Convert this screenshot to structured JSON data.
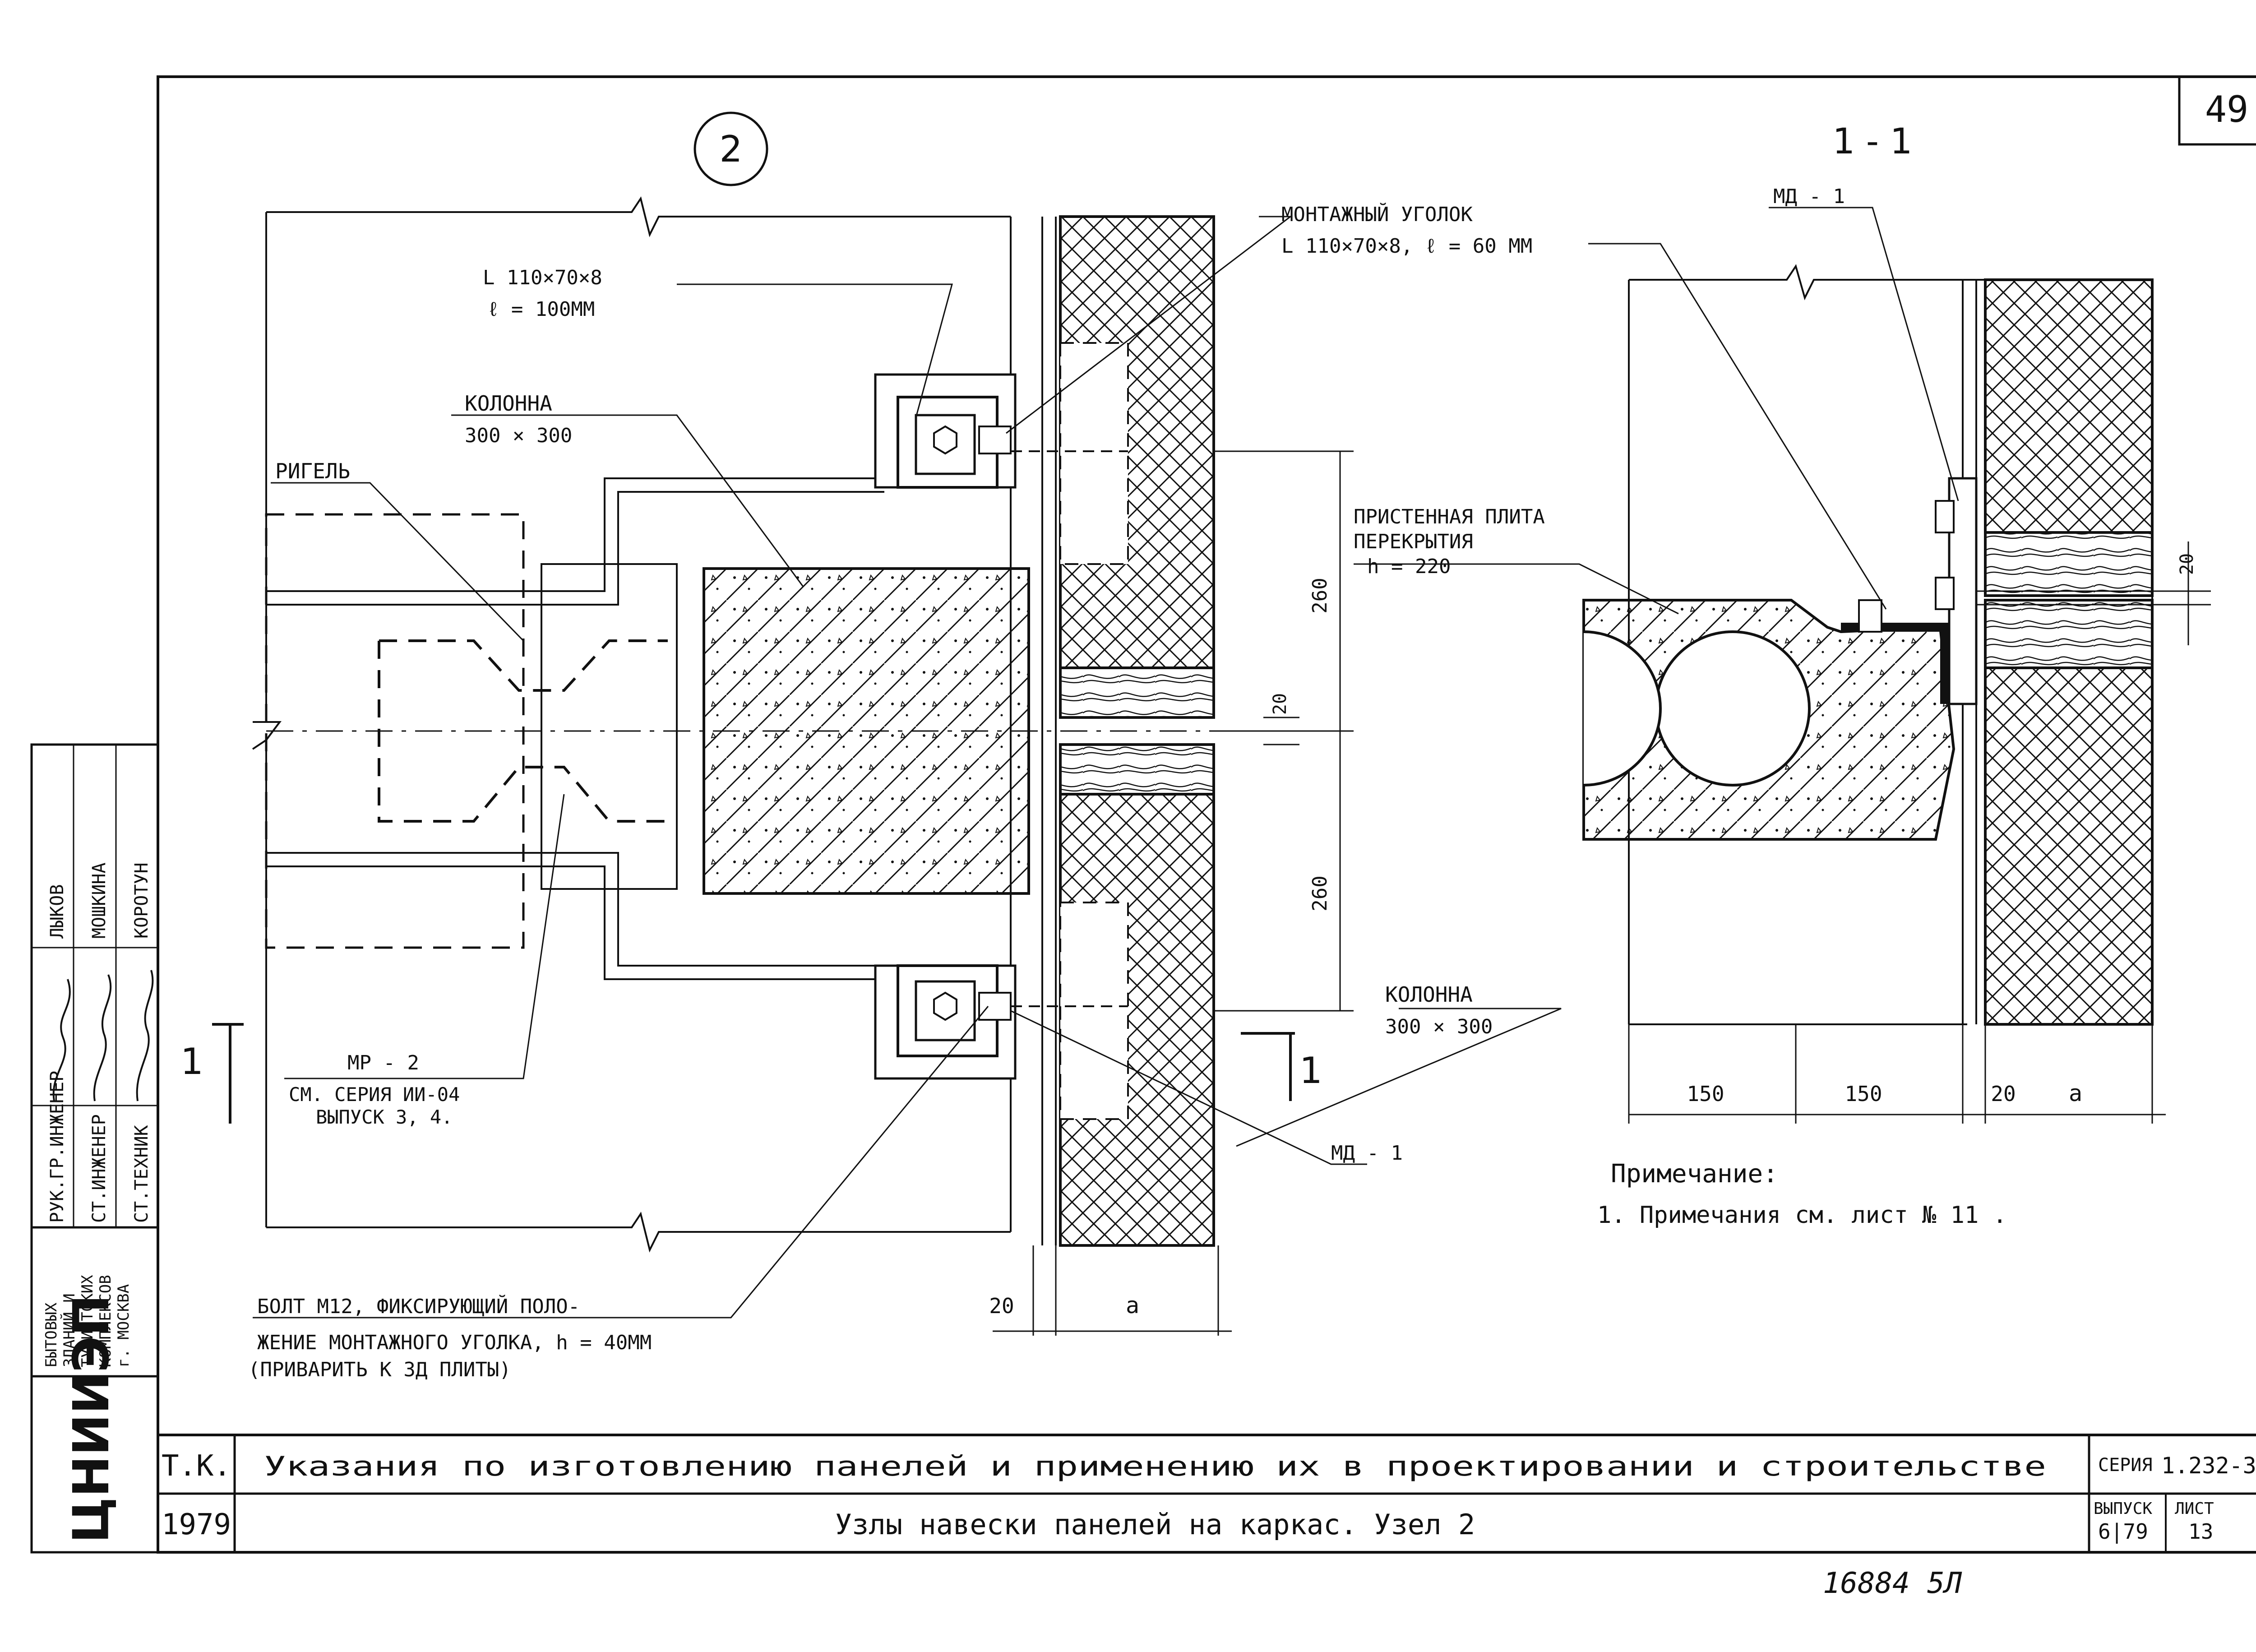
{
  "sheet": {
    "number": "49",
    "stamp_bottom": "16884   5Л"
  },
  "drawing_left": {
    "node_label": "2",
    "angle_top_small": "L 110×70×8",
    "angle_top_small_len": "ℓ = 100ММ",
    "mounting_angle": "МОНТАЖНЫЙ   УГОЛОК",
    "mounting_angle_spec": "L 110×70×8,  ℓ = 60 ММ",
    "column": "КОЛОННА",
    "column_size": "300 × 300",
    "girder": "РИГЕЛЬ",
    "dim_260_top": "260",
    "dim_20": "20",
    "dim_260_bottom": "260",
    "mr2": "МР - 2",
    "mr2_ref1": "СМ. СЕРИЯ  ИИ-04",
    "mr2_ref2": "ВЫПУСК  3, 4.",
    "md1": "МД - 1",
    "column2": "КОЛОННА",
    "column2_size": "300 × 300",
    "bolt1": "БОЛТ  М12,  ФИКСИРУЮЩИЙ  ПОЛО-",
    "bolt2": "ЖЕНИЕ  МОНТАЖНОГО  УГОЛКА,  h = 40ММ",
    "bolt3": "(ПРИВАРИТЬ  К  ЗД  ПЛИТЫ)",
    "dim_bottom_20": "20",
    "dim_bottom_a": "а",
    "section_mark_left": "1",
    "section_mark_right": "1"
  },
  "drawing_right": {
    "section_title": "1 - 1",
    "md1": "МД - 1",
    "slab1": "ПРИСТЕННАЯ  ПЛИТА",
    "slab2": "ПЕРЕКРЫТИЯ",
    "slab3": "h = 220",
    "dim_20": "20",
    "dim_150a": "150",
    "dim_150b": "150",
    "dim_20b": "20",
    "dim_a": "а",
    "note_title": "Примечание:",
    "note_1": "1. Примечания  см. лист  № 11 ."
  },
  "title_block": {
    "tk": "Т.К.",
    "year": "1979",
    "title": "Указания  по  изготовлению  панелей  и  применению  их  в  проектировании  и  строительстве",
    "subtitle": "Узлы   навески   панелей   на   каркас.  Узел 2",
    "series_label": "СЕРИЯ",
    "series_value": "1.232-3",
    "issue_label": "ВЫПУСК",
    "issue_value": "6|79",
    "sheet_label": "ЛИСТ",
    "sheet_value": "13"
  },
  "side_block": {
    "role1": "РУК.ГР.ИНЖЕНЕР",
    "role2": "СТ.ИНЖЕНЕР",
    "role3": "СТ.ТЕХНИК",
    "name1": "ЛЫКОВ",
    "name2": "МОШКИНА",
    "name3": "КОРОТУН",
    "org1": "ЦНИИЭП",
    "org2": "БЫТОВЫХ",
    "org3": "ЗДАНИЙ И",
    "org4": "ТУРИСТСКИХ",
    "org5": "КОМПЛЕКСОВ",
    "org6": "г. МОСКВА"
  }
}
